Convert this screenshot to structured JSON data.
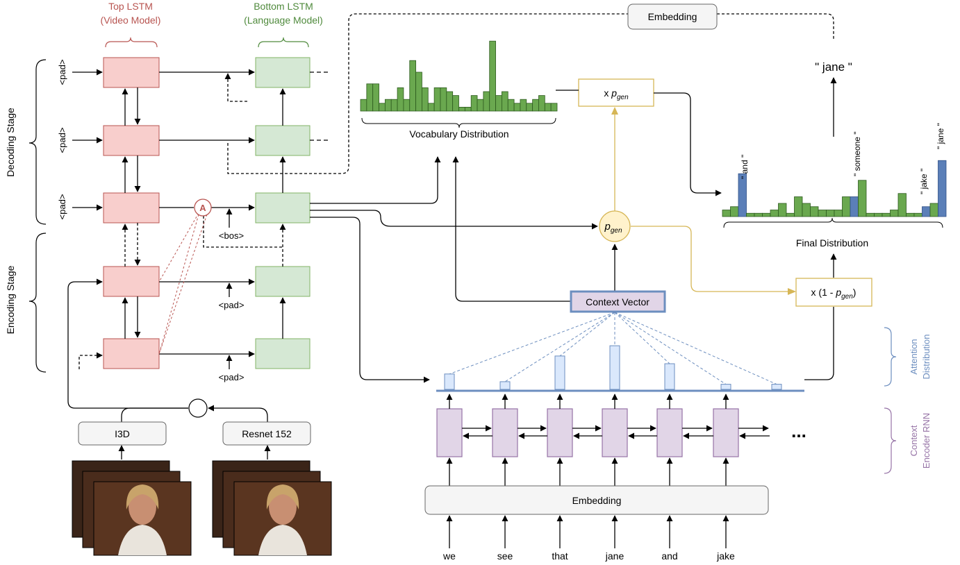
{
  "video_model": {
    "title": "Top LSTM",
    "subtitle": "(Video Model)"
  },
  "language_model": {
    "title": "Bottom LSTM",
    "subtitle": "(Language Model)"
  },
  "stages": {
    "decoding": "Decoding Stage",
    "encoding": "Encoding Stage"
  },
  "tokens": {
    "pad": "<pad>",
    "bos": "<bos>"
  },
  "attention_marker": "A",
  "feature_extractors": {
    "i3d": "I3D",
    "resnet": "Resnet 152"
  },
  "embedding_top": "Embedding",
  "output_word": "\" jane \"",
  "pgen_mult": {
    "prefix": "x ",
    "var": "p",
    "sub": "gen"
  },
  "pgen_inv": {
    "prefix": "x (1 - ",
    "var": "p",
    "sub": "gen",
    "suffix": ")"
  },
  "pgen_node": {
    "var": "p",
    "sub": "gen"
  },
  "vocab_label": "Vocabulary Distribution",
  "final_label": "Final Distribution",
  "context_vector": "Context Vector",
  "attention_label": [
    "Attention",
    "Distribution"
  ],
  "encoder_label": [
    "Context",
    "Encoder RNN"
  ],
  "embedding_bottom": "Embedding",
  "ellipsis": "...",
  "input_words": [
    "we",
    "see",
    "that",
    "jane",
    "and",
    "jake"
  ],
  "final_word_labels": [
    "\" and \"",
    "\" someone \"",
    "\" jake \"",
    "\" jane \""
  ],
  "colors": {
    "video_fill": "#f8cecc",
    "video_stroke": "#b85450",
    "lang_fill": "#d5e8d4",
    "lang_stroke": "#82b366",
    "bar_green": "#6aa84f",
    "bar_blue": "#5b7fb8",
    "gold": "#d6b656",
    "attn_fill": "#dae8fc",
    "attn_stroke": "#6c8ebf",
    "enc_fill": "#e1d5e7",
    "enc_stroke": "#9673a6"
  },
  "chart_data": [
    {
      "type": "bar",
      "title": "Vocabulary Distribution",
      "values": [
        3,
        7,
        7,
        2,
        3,
        3,
        6,
        3,
        13,
        10,
        6,
        2,
        6,
        6,
        5,
        4,
        1,
        1,
        4,
        3,
        5,
        18,
        4,
        5,
        3,
        2,
        3,
        2,
        3,
        4,
        2,
        2
      ]
    },
    {
      "type": "bar",
      "title": "Final Distribution",
      "values": [
        2,
        3,
        13,
        1,
        1,
        1,
        2,
        4,
        1,
        6,
        4,
        3,
        2,
        2,
        2,
        6,
        6,
        11,
        1,
        1,
        1,
        2,
        7,
        1,
        1,
        3,
        4,
        17
      ],
      "highlight_indices": [
        2,
        16,
        25,
        27
      ]
    },
    {
      "type": "bar",
      "title": "Attention Distribution",
      "categories": [
        "we",
        "see",
        "that",
        "jane",
        "and",
        "jake"
      ],
      "values": [
        6,
        3,
        13,
        17,
        10,
        2,
        2
      ]
    }
  ]
}
